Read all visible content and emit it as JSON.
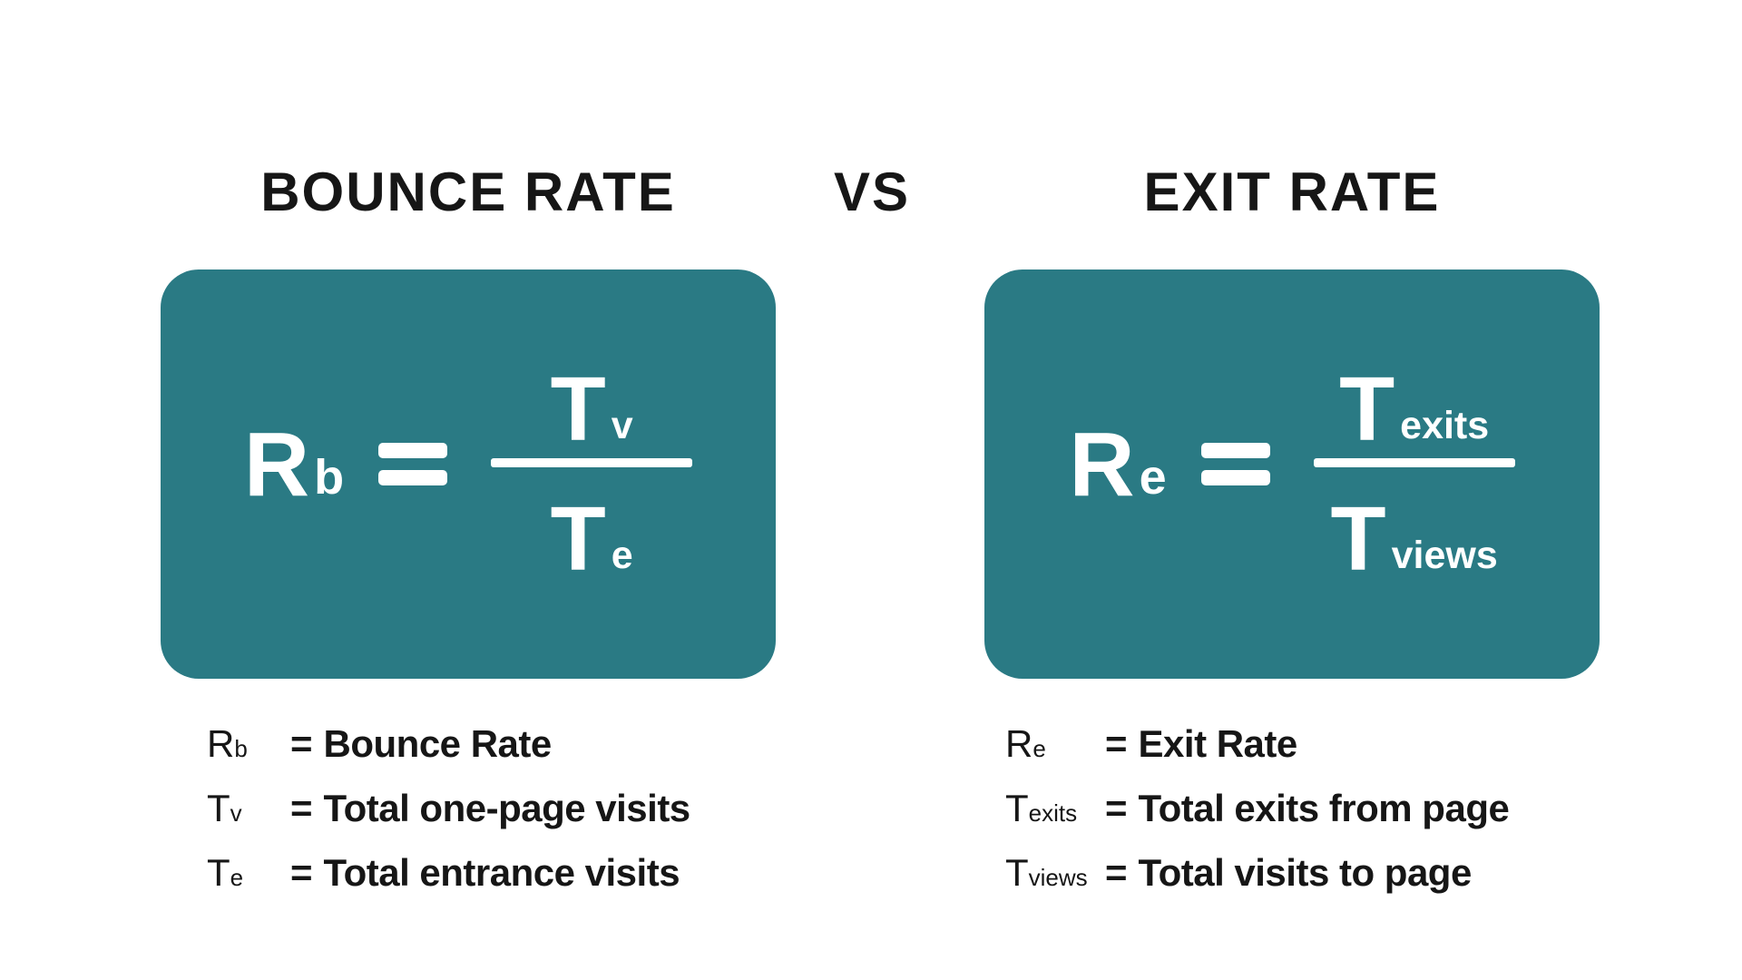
{
  "colors": {
    "teal": "#2A7A84",
    "ink": "#161616",
    "formula_ink": "#ffffff",
    "page_bg": "#ffffff"
  },
  "header": {
    "left_title": "BOUNCE RATE",
    "vs_label": "VS",
    "right_title": "EXIT RATE"
  },
  "formulas": [
    {
      "name": "bounce-rate",
      "lhs_base": "R",
      "lhs_sub": "b",
      "eq": "=",
      "numerator_base": "T",
      "numerator_sub": "v",
      "denominator_base": "T",
      "denominator_sub": "e"
    },
    {
      "name": "exit-rate",
      "lhs_base": "R",
      "lhs_sub": "e",
      "eq": "=",
      "numerator_base": "T",
      "numerator_sub": "exits",
      "denominator_base": "T",
      "denominator_sub": "views"
    }
  ],
  "legends": [
    {
      "name": "bounce-rate-legend",
      "rows": [
        {
          "symbol_base": "R",
          "symbol_sub": "b",
          "eq": "=",
          "description": "Bounce Rate"
        },
        {
          "symbol_base": "T",
          "symbol_sub": "v",
          "eq": "=",
          "description": "Total one-page visits"
        },
        {
          "symbol_base": "T",
          "symbol_sub": "e",
          "eq": "=",
          "description": "Total entrance visits"
        }
      ]
    },
    {
      "name": "exit-rate-legend",
      "rows": [
        {
          "symbol_base": "R",
          "symbol_sub": "e",
          "eq": "=",
          "description": "Exit Rate"
        },
        {
          "symbol_base": "T",
          "symbol_sub": "exits",
          "eq": "=",
          "description": "Total exits from page"
        },
        {
          "symbol_base": "T",
          "symbol_sub": "views",
          "eq": "=",
          "description": "Total visits to page"
        }
      ]
    }
  ]
}
